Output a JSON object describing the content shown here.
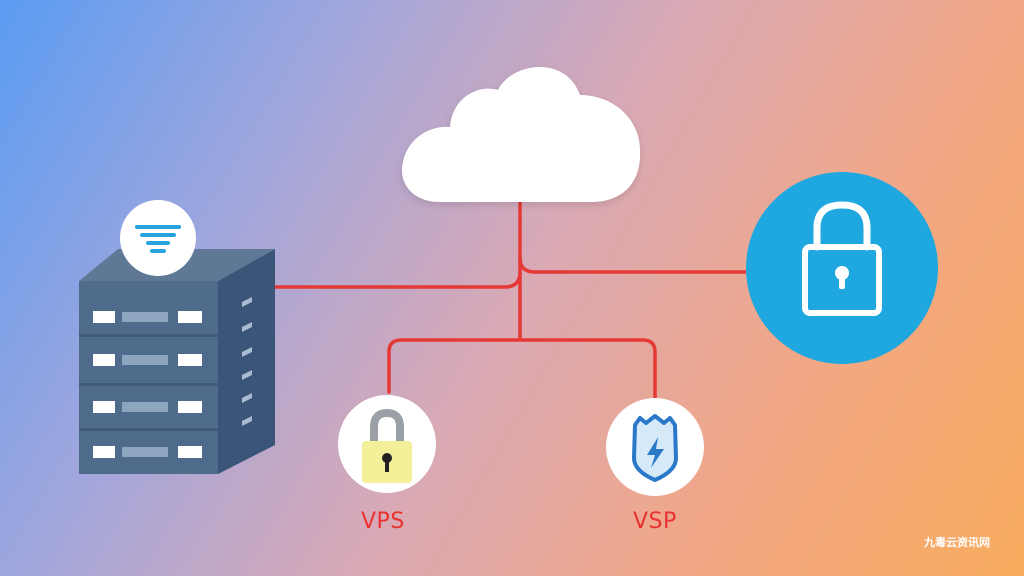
{
  "diagram": {
    "nodes": {
      "vps": {
        "label": "VPS"
      },
      "vsp": {
        "label": "VSP"
      }
    },
    "watermark": "九毒云资讯网",
    "colors": {
      "connector": "#e53935",
      "lock_circle": "#1fa8e0",
      "server_front": "#4f6b8c",
      "server_side": "#3a5577",
      "server_top": "#5e7896",
      "label": "#e8322f"
    },
    "icons": [
      "cloud-icon",
      "server-icon",
      "filter-icon",
      "padlock-icon",
      "vps-lock-icon",
      "vsp-shield-icon"
    ]
  }
}
